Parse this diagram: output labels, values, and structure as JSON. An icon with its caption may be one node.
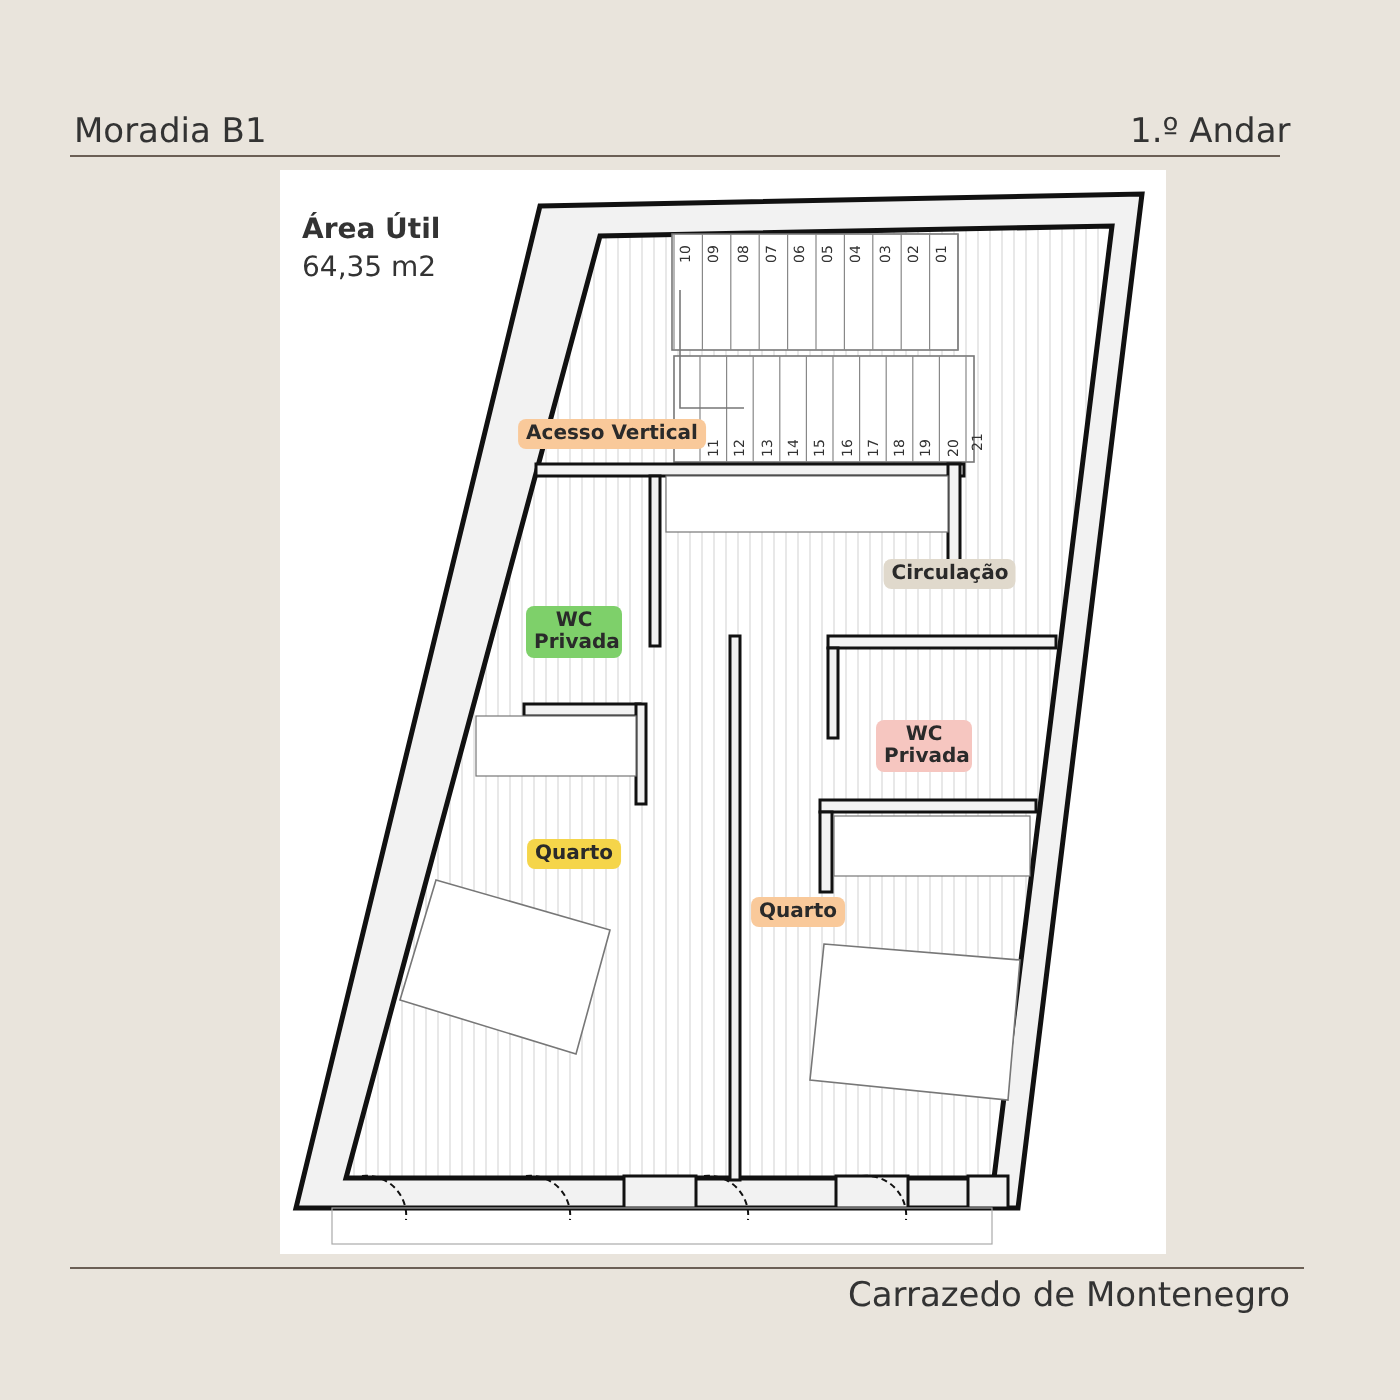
{
  "diagram": {
    "nodes": [
      {
        "text": [
          "Acesso Vertical"
        ]
      },
      {
        "text": [
          "Circulação"
        ]
      },
      {
        "text": [
          "WC Privada"
        ]
      },
      {
        "text": [
          "WC Privada"
        ]
      },
      {
        "text": [
          "Quarto"
        ]
      },
      {
        "text": [
          "Quarto"
        ]
      }
    ],
    "labels": [
      "Moradia B1",
      "1.º Andar",
      "Área Útil",
      "64,35 m2",
      "01",
      "02",
      "03",
      "04",
      "05",
      "06",
      "07",
      "08",
      "09",
      "10",
      "11",
      "12",
      "13",
      "14",
      "15",
      "16",
      "17",
      "18",
      "19",
      "20",
      "21",
      "Carrazedo de Montenegro"
    ]
  }
}
